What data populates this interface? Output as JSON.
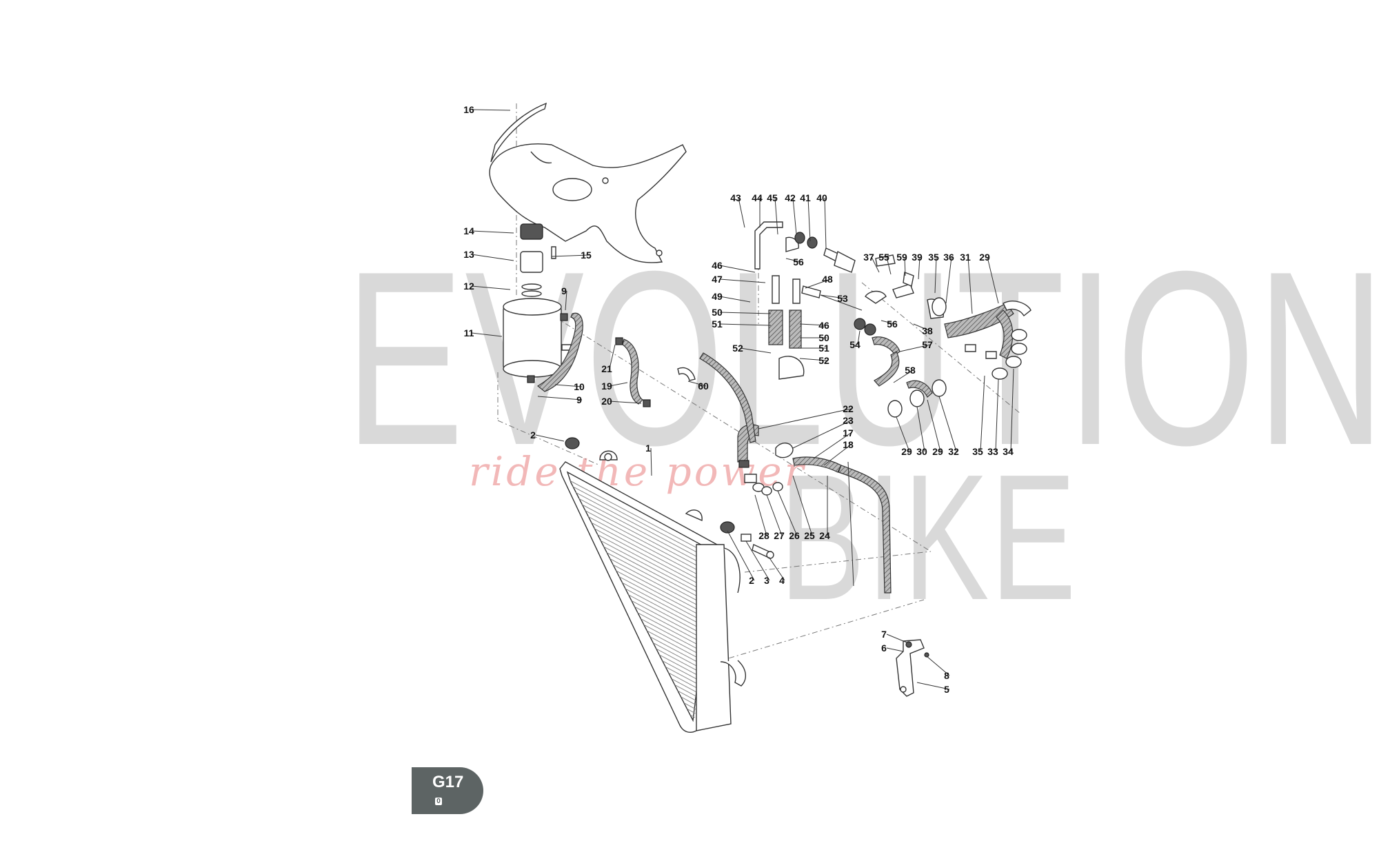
{
  "watermark": {
    "line1": "EVOLUTION",
    "line2": "BIKE",
    "tagline": "ride the power"
  },
  "badge": {
    "code": "G17",
    "sub": "0"
  },
  "callouts": [
    {
      "id": "c16",
      "text": "16"
    },
    {
      "id": "c14",
      "text": "14"
    },
    {
      "id": "c13",
      "text": "13"
    },
    {
      "id": "c15",
      "text": "15"
    },
    {
      "id": "c12",
      "text": "12"
    },
    {
      "id": "c9a",
      "text": "9"
    },
    {
      "id": "c11",
      "text": "11"
    },
    {
      "id": "c10",
      "text": "10"
    },
    {
      "id": "c9b",
      "text": "9"
    },
    {
      "id": "c21",
      "text": "21"
    },
    {
      "id": "c19",
      "text": "19"
    },
    {
      "id": "c20",
      "text": "20"
    },
    {
      "id": "c60",
      "text": "60"
    },
    {
      "id": "c2a",
      "text": "2"
    },
    {
      "id": "c1",
      "text": "1"
    },
    {
      "id": "c43",
      "text": "43"
    },
    {
      "id": "c44",
      "text": "44"
    },
    {
      "id": "c45",
      "text": "45"
    },
    {
      "id": "c42",
      "text": "42"
    },
    {
      "id": "c41",
      "text": "41"
    },
    {
      "id": "c40",
      "text": "40"
    },
    {
      "id": "c56a",
      "text": "56"
    },
    {
      "id": "c46a",
      "text": "46"
    },
    {
      "id": "c47",
      "text": "47"
    },
    {
      "id": "c48",
      "text": "48"
    },
    {
      "id": "c49",
      "text": "49"
    },
    {
      "id": "c53",
      "text": "53"
    },
    {
      "id": "c50a",
      "text": "50"
    },
    {
      "id": "c51a",
      "text": "51"
    },
    {
      "id": "c46b",
      "text": "46"
    },
    {
      "id": "c50b",
      "text": "50"
    },
    {
      "id": "c52a",
      "text": "52"
    },
    {
      "id": "c51b",
      "text": "51"
    },
    {
      "id": "c52b",
      "text": "52"
    },
    {
      "id": "c37",
      "text": "37"
    },
    {
      "id": "c55",
      "text": "55"
    },
    {
      "id": "c59",
      "text": "59"
    },
    {
      "id": "c39",
      "text": "39"
    },
    {
      "id": "c35a",
      "text": "35"
    },
    {
      "id": "c36",
      "text": "36"
    },
    {
      "id": "c31",
      "text": "31"
    },
    {
      "id": "c29a",
      "text": "29"
    },
    {
      "id": "c56b",
      "text": "56"
    },
    {
      "id": "c38",
      "text": "38"
    },
    {
      "id": "c54",
      "text": "54"
    },
    {
      "id": "c57",
      "text": "57"
    },
    {
      "id": "c58",
      "text": "58"
    },
    {
      "id": "c29b",
      "text": "29"
    },
    {
      "id": "c30",
      "text": "30"
    },
    {
      "id": "c29c",
      "text": "29"
    },
    {
      "id": "c32",
      "text": "32"
    },
    {
      "id": "c35b",
      "text": "35"
    },
    {
      "id": "c33",
      "text": "33"
    },
    {
      "id": "c34",
      "text": "34"
    },
    {
      "id": "c22",
      "text": "22"
    },
    {
      "id": "c23",
      "text": "23"
    },
    {
      "id": "c17",
      "text": "17"
    },
    {
      "id": "c18",
      "text": "18"
    },
    {
      "id": "c28",
      "text": "28"
    },
    {
      "id": "c27",
      "text": "27"
    },
    {
      "id": "c26",
      "text": "26"
    },
    {
      "id": "c25",
      "text": "25"
    },
    {
      "id": "c24",
      "text": "24"
    },
    {
      "id": "c2b",
      "text": "2"
    },
    {
      "id": "c3",
      "text": "3"
    },
    {
      "id": "c4",
      "text": "4"
    },
    {
      "id": "c7",
      "text": "7"
    },
    {
      "id": "c6",
      "text": "6"
    },
    {
      "id": "c8",
      "text": "8"
    },
    {
      "id": "c5",
      "text": "5"
    }
  ]
}
